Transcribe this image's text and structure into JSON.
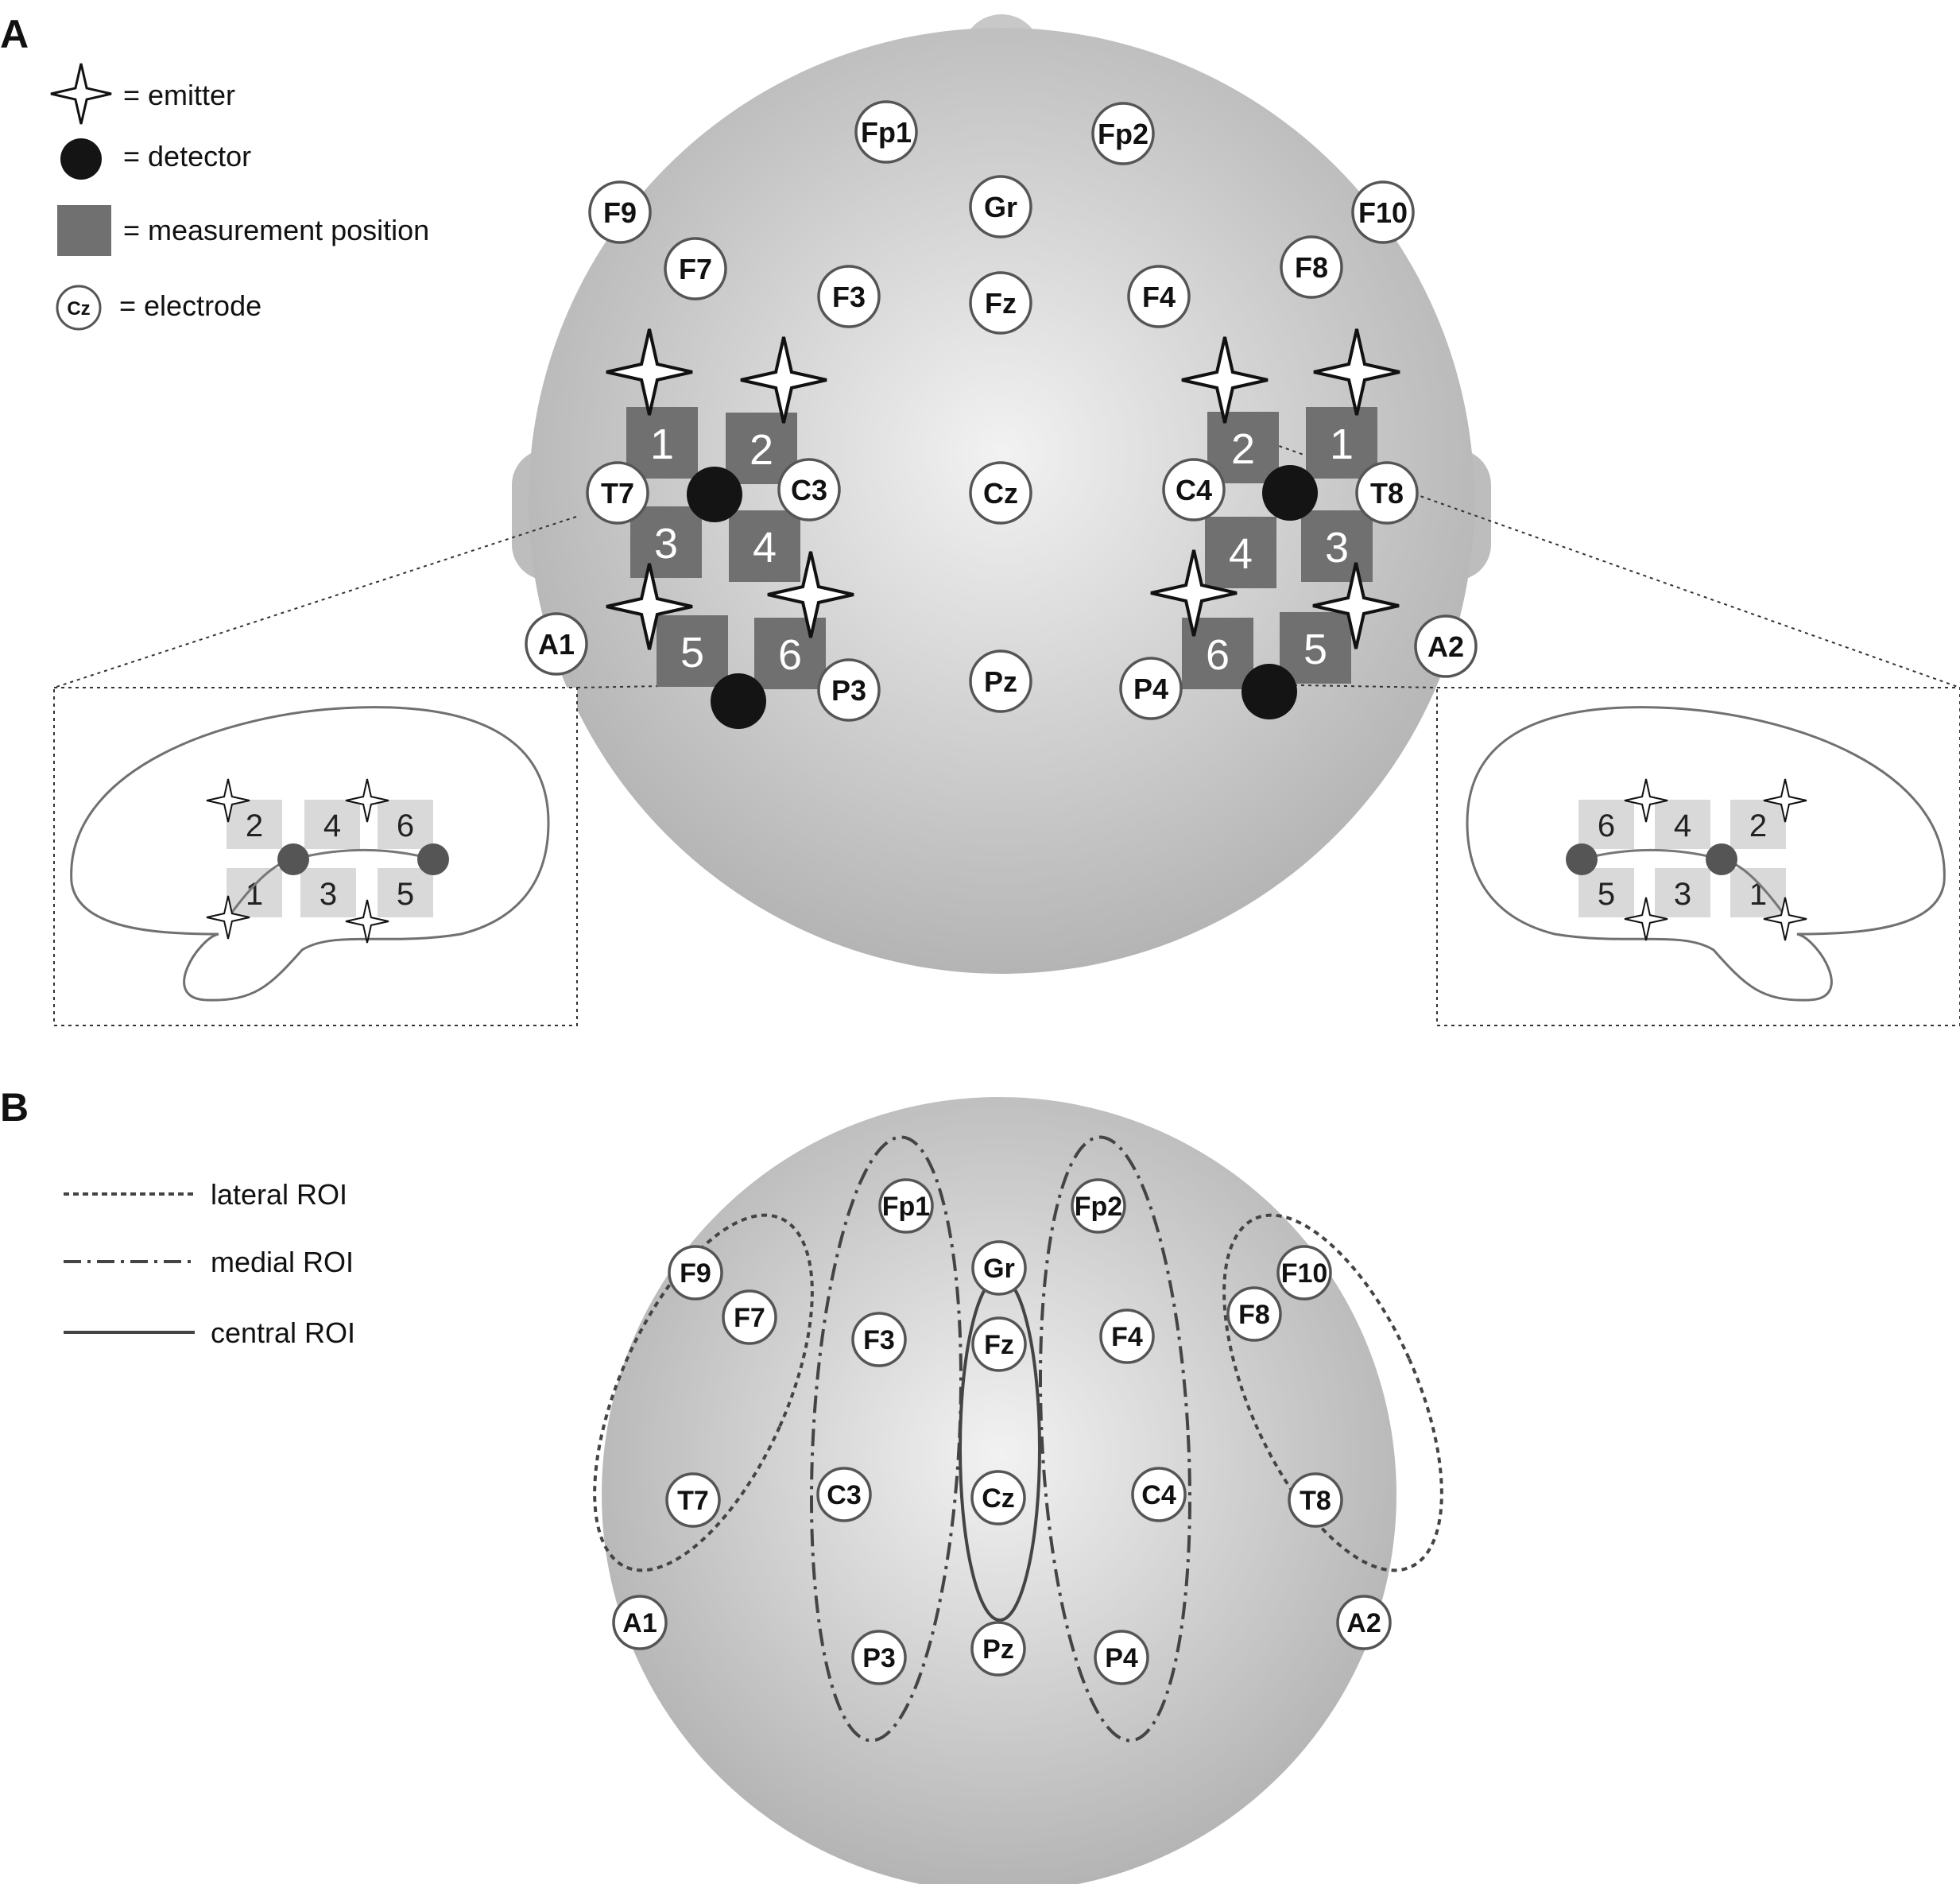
{
  "panels": [
    {
      "label": "A"
    },
    {
      "label": "B"
    }
  ],
  "legend_a": {
    "emitter": "= emitter",
    "detector": "= detector",
    "measurement": "= measurement position",
    "electrode_sample": "Cz",
    "electrode": "= electrode"
  },
  "legend_b": {
    "lateral": "lateral ROI",
    "medial": "medial ROI",
    "central": "central ROI"
  },
  "electrodes_a": [
    {
      "id": "Fp1"
    },
    {
      "id": "Fp2"
    },
    {
      "id": "Gr"
    },
    {
      "id": "F9"
    },
    {
      "id": "F10"
    },
    {
      "id": "F7"
    },
    {
      "id": "F8"
    },
    {
      "id": "F3"
    },
    {
      "id": "Fz"
    },
    {
      "id": "F4"
    },
    {
      "id": "T7"
    },
    {
      "id": "C3"
    },
    {
      "id": "Cz"
    },
    {
      "id": "C4"
    },
    {
      "id": "T8"
    },
    {
      "id": "A1"
    },
    {
      "id": "A2"
    },
    {
      "id": "P3"
    },
    {
      "id": "Pz"
    },
    {
      "id": "P4"
    }
  ],
  "measurement_labels": {
    "left": [
      "1",
      "2",
      "3",
      "4",
      "5",
      "6"
    ],
    "right": [
      "2",
      "1",
      "4",
      "3",
      "6",
      "5"
    ]
  },
  "inset_labels": {
    "left": [
      "2",
      "4",
      "6",
      "1",
      "3",
      "5"
    ],
    "right": [
      "6",
      "4",
      "2",
      "5",
      "3",
      "1"
    ]
  },
  "electrodes_b": [
    {
      "id": "Fp1"
    },
    {
      "id": "Fp2"
    },
    {
      "id": "Gr"
    },
    {
      "id": "F9"
    },
    {
      "id": "F10"
    },
    {
      "id": "F7"
    },
    {
      "id": "F8"
    },
    {
      "id": "F3"
    },
    {
      "id": "Fz"
    },
    {
      "id": "F4"
    },
    {
      "id": "T7"
    },
    {
      "id": "C3"
    },
    {
      "id": "Cz"
    },
    {
      "id": "C4"
    },
    {
      "id": "T8"
    },
    {
      "id": "A1"
    },
    {
      "id": "A2"
    },
    {
      "id": "P3"
    },
    {
      "id": "Pz"
    },
    {
      "id": "P4"
    }
  ],
  "colors": {
    "head_center": "#f2f2f2",
    "head_edge": "#b4b4b4",
    "measurement": "#707070",
    "detector": "#141414",
    "inset_square": "#d9d9d9",
    "inset_detector": "#555555"
  }
}
